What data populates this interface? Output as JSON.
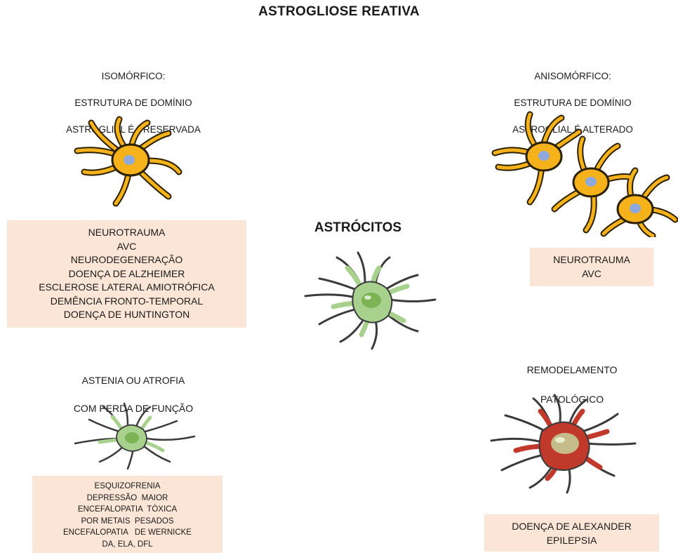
{
  "title": "ASTROGLIOSE REATIVA",
  "center": {
    "title": "ASTRÓCITOS"
  },
  "isomorphic": {
    "heading": [
      "ISOMÓRFICO:",
      "ESTRUTURA DE DOMÍNIO",
      "ASTROGLIAL É PRESERVADA"
    ],
    "conditions": [
      "NEUROTRAUMA",
      "AVC",
      "NEURODEGENERAÇÃO",
      "DOENÇA DE ALZHEIMER",
      "ESCLEROSE LATERAL AMIOTRÓFICA",
      "DEMÊNCIA FRONTO-TEMPORAL",
      "DOENÇA DE HUNTINGTON"
    ]
  },
  "anisomorphic": {
    "heading": [
      "ANISOMÓRFICO:",
      "ESTRUTURA DE DOMÍNIO",
      "ASTROGLIAL É ALTERADO"
    ],
    "conditions": [
      "NEUROTRAUMA",
      "AVC"
    ]
  },
  "atrophy": {
    "heading": [
      "ASTENIA OU ATROFIA",
      "COM PERDA DE FUNÇÃO"
    ],
    "conditions": [
      "ESQUIZOFRENIA",
      "DEPRESSÃO  MAIOR",
      "ENCEFALOPATIA  TÓXICA",
      "POR METAIS  PESADOS",
      "ENCEFALOPATIA   DE WERNICKE",
      "DA, ELA, DFL"
    ]
  },
  "pathological": {
    "heading": [
      "REMODELAMENTO",
      "PATOLÓGICO"
    ],
    "conditions": [
      "DOENÇA DE ALEXANDER",
      "EPILEPSIA"
    ]
  },
  "colors": {
    "box_fill": "#fbe5d6",
    "reactive_cell": "#f6b21a",
    "reactive_outline": "#2b2000",
    "reactive_nucleus": "#8ea9db",
    "normal_cell": "#a9d18e",
    "normal_nucleus": "#70ad47",
    "normal_outline": "#3b3b3b",
    "pathological_cell": "#c0392b",
    "pathological_nucleus": "#c6d49c"
  },
  "icons": [
    "reactive-astrocyte-icon",
    "astrocyte-icon",
    "atrophic-astrocyte-icon",
    "pathological-astrocyte-icon"
  ]
}
